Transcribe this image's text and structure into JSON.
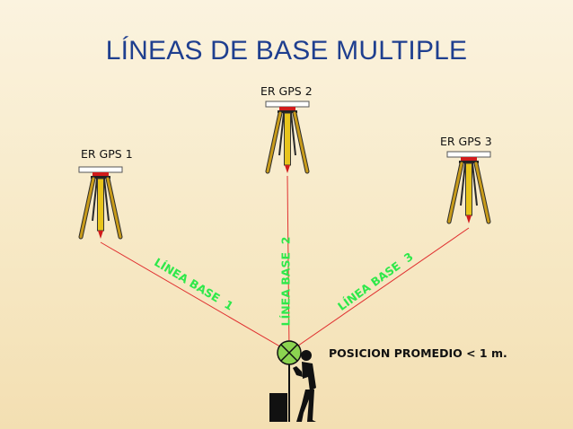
{
  "title": "LÍNEAS DE BASE MULTIPLE",
  "stations": [
    {
      "label": "ER GPS 1"
    },
    {
      "label": "ER GPS 2"
    },
    {
      "label": "ER GPS 3"
    }
  ],
  "baselines": [
    {
      "label": "LÍNEA BASE  1"
    },
    {
      "label": "LÍNEA BASE  2"
    },
    {
      "label": "LÍNEA BASE  3"
    }
  ],
  "result": "POSICION PROMEDIO < 1 m.",
  "colors": {
    "title": "#1f3f8f",
    "baseline_line": "#e03030",
    "baseline_text": "#2ee84a",
    "tripod_leg": "#c89b1a",
    "tripod_tip": "#d11b1b",
    "rover_target": "#8bd450"
  }
}
